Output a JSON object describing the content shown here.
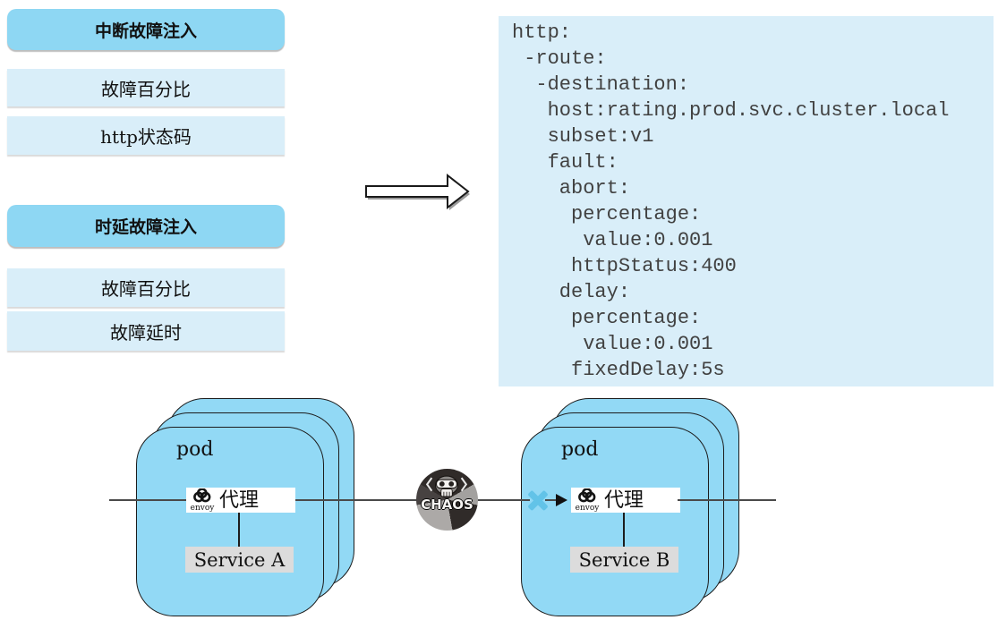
{
  "colors": {
    "header_blue": "#8ed7f3",
    "row_blue": "#d9eef9",
    "code_bg": "#d9eef9",
    "pod_blue": "#92d9f5",
    "service_gray": "#dcdcdc",
    "x_blue": "#62c3e8",
    "line_gray": "#4a4a4a"
  },
  "left_panel": {
    "groups": [
      {
        "title": "中断故障注入",
        "items": [
          "故障百分比",
          "http状态码"
        ]
      },
      {
        "title": "时延故障注入",
        "items": [
          "故障百分比",
          "故障延时"
        ]
      }
    ]
  },
  "code": {
    "text": "http:\n -route:\n  -destination:\n   host:rating.prod.svc.cluster.local\n   subset:v1\n   fault:\n    abort:\n     percentage:\n      value:0.001\n     httpStatus:400\n    delay:\n     percentage:\n      value:0.001\n     fixedDelay:5s"
  },
  "pods": [
    {
      "label": "pod",
      "envoy": "envoy",
      "proxy": "代理",
      "service": "Service A"
    },
    {
      "label": "pod",
      "envoy": "envoy",
      "proxy": "代理",
      "service": "Service B"
    }
  ],
  "chaos": {
    "label": "CHAOS"
  }
}
